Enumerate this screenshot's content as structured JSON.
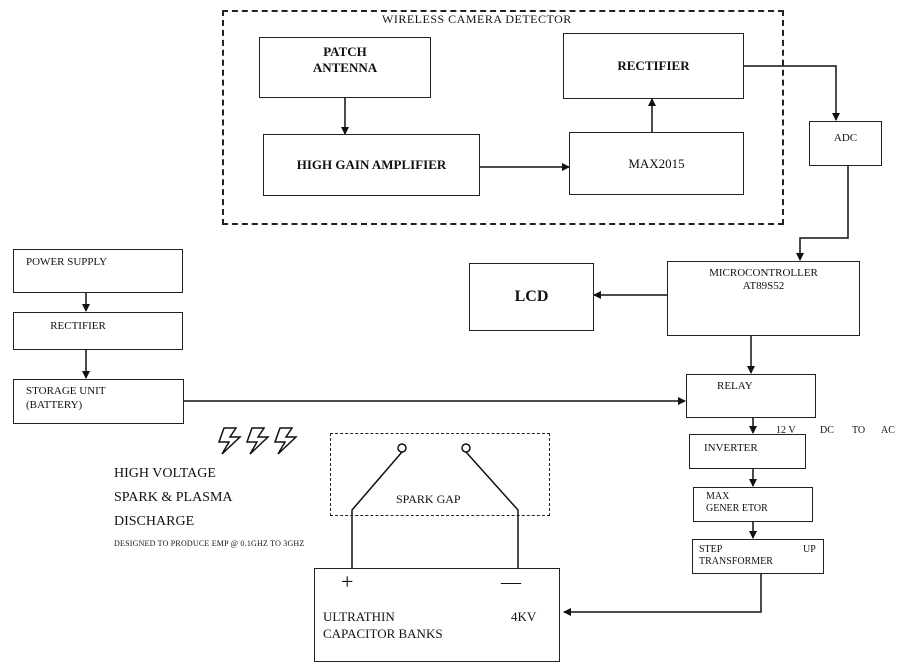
{
  "detector": {
    "title": "WIRELESS CAMERA  DETECTOR",
    "patch_antenna": [
      "PATCH",
      "ANTENNA"
    ],
    "amplifier": "HIGH GAIN AMPLIFIER",
    "rectifier": "RECTIFIER",
    "max2015": "MAX2015"
  },
  "adc": "ADC",
  "microcontroller": [
    "MICROCONTROLLER",
    "AT89S52"
  ],
  "lcd": "LCD",
  "power": {
    "supply": "POWER SUPPLY",
    "rectifier": "RECTIFIER",
    "storage": [
      "STORAGE UNIT",
      "(BATTERY)"
    ]
  },
  "relay": "RELAY",
  "dc_ac": [
    "12 V",
    "DC",
    "TO",
    "AC"
  ],
  "inverter": "INVERTER",
  "max_generator": [
    "MAX",
    "GENER ETOR"
  ],
  "step_up": [
    "STEP",
    "UP",
    "TRANSFORMER"
  ],
  "spark_gap": "SPARK  GAP",
  "capacitor": {
    "plus": "+",
    "minus": "—",
    "line1": [
      "ULTRATHIN",
      "4KV"
    ],
    "line2": "CAPACITOR   BANKS"
  },
  "discharge": {
    "line1": "HIGH VOLTAGE",
    "line2": "SPARK & PLASMA",
    "line3": "DISCHARGE",
    "note": "DESIGNED TO PRODUCE EMP @ 0.1GHZ TO 3GHZ"
  }
}
